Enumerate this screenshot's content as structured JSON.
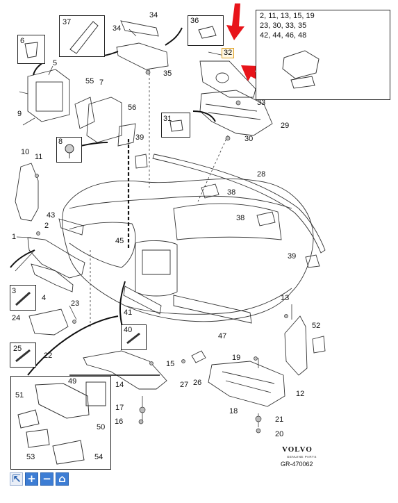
{
  "labels": {
    "l1": "1",
    "l2": "2",
    "l3": "3",
    "l4": "4",
    "l5": "5",
    "l6": "6",
    "l7": "7",
    "l8": "8",
    "l9": "9",
    "l10": "10",
    "l11": "11",
    "l12": "12",
    "l13": "13",
    "l14": "14",
    "l15": "15",
    "l16": "16",
    "l17": "17",
    "l18": "18",
    "l19": "19",
    "l20": "20",
    "l21": "21",
    "l22": "22",
    "l23": "23",
    "l24": "24",
    "l25": "25",
    "l26": "26",
    "l27": "27",
    "l28": "28",
    "l29": "29",
    "l30": "30",
    "l31": "31",
    "l32": "32",
    "l33": "33",
    "l34a": "34",
    "l34b": "34",
    "l35": "35",
    "l36": "36",
    "l37": "37",
    "l38a": "38",
    "l38b": "38",
    "l39a": "39",
    "l39b": "39",
    "l40": "40",
    "l41": "41",
    "l42": "43",
    "l45": "45",
    "l47": "47",
    "l49": "49",
    "l50": "50",
    "l51": "51",
    "l52": "52",
    "l53": "53",
    "l54": "54",
    "l55": "55",
    "l56": "56"
  },
  "legend": {
    "line1": "2, 11, 13, 15, 19",
    "line2": "23, 30, 33, 35",
    "line3": "42, 44, 46, 48"
  },
  "logo": {
    "word": "VOLVO",
    "sub": "GENUINE PARTS",
    "ref": "GR-470062"
  },
  "toolbar": {
    "pointer": "⇱",
    "zoom_in": "+",
    "zoom_out": "−",
    "home": "⌂"
  },
  "colors": {
    "arrow": "#e8141a",
    "line": "#333333",
    "toolbar": "#3d7dd4"
  }
}
